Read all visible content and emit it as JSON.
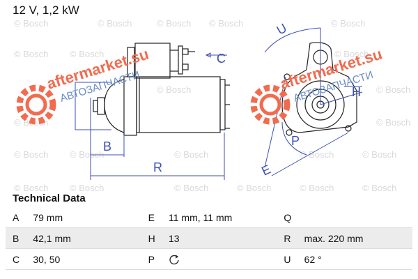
{
  "header": {
    "title": "12 V, 1,2 kW"
  },
  "watermark": {
    "bosch_text": "© Bosch",
    "brand_main": "aftermarket.su",
    "brand_sub": "АВТОЗАПЧАСТИ",
    "brand_color": "#f26b4f",
    "sub_color": "#6a8ec9"
  },
  "diagram": {
    "labels": {
      "c": "C",
      "b": "B",
      "r": "R",
      "u": "U",
      "h": "H",
      "p": "P",
      "e": "E"
    },
    "line_color": "#3d4fb3"
  },
  "tech": {
    "heading": "Technical Data",
    "rows": [
      {
        "k1": "A",
        "v1": "79 mm",
        "k2": "E",
        "v2": "11 mm, 11 mm",
        "k3": "Q",
        "v3": ""
      },
      {
        "k1": "B",
        "v1": "42,1 mm",
        "k2": "H",
        "v2": "13",
        "k3": "R",
        "v3": "max. 220 mm"
      },
      {
        "k1": "C",
        "v1": "30, 50",
        "k2": "P",
        "v2": "",
        "k3": "U",
        "v3": "62 °",
        "p_icon": "rotation-direction-icon"
      }
    ]
  }
}
